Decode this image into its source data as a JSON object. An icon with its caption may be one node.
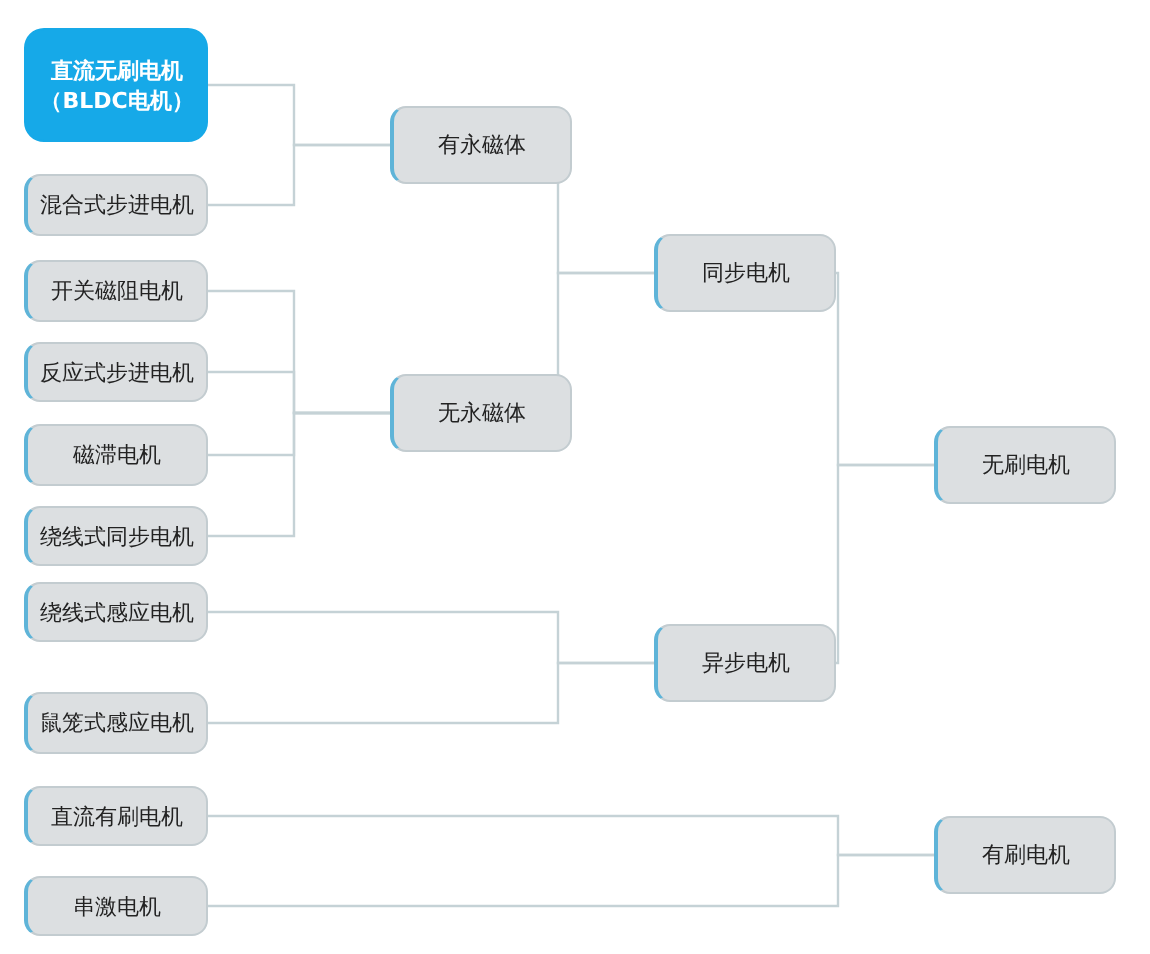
{
  "diagram": {
    "nodes": [
      {
        "text": [
          "直流无刷电机（BLDC电机）"
        ]
      },
      {
        "text": [
          "混合式步进电机"
        ]
      },
      {
        "text": [
          "开关磁阻电机"
        ]
      },
      {
        "text": [
          "反应式步进电机"
        ]
      },
      {
        "text": [
          "磁滞电机"
        ]
      },
      {
        "text": [
          "绕线式同步电机"
        ]
      },
      {
        "text": [
          "绕线式感应电机"
        ]
      },
      {
        "text": [
          "鼠笼式感应电机"
        ]
      },
      {
        "text": [
          "直流有刷电机"
        ]
      },
      {
        "text": [
          "串激电机"
        ]
      },
      {
        "text": [
          "有永磁体"
        ]
      },
      {
        "text": [
          "无永磁体"
        ]
      },
      {
        "text": [
          "同步电机"
        ]
      },
      {
        "text": [
          "异步电机"
        ]
      },
      {
        "text": [
          "无刷电机"
        ]
      },
      {
        "text": [
          "有刷电机"
        ]
      }
    ],
    "edges": [
      {
        "from": 0,
        "to": 10,
        "arrow": "none"
      },
      {
        "from": 1,
        "to": 10,
        "arrow": "none"
      },
      {
        "from": 2,
        "to": 11,
        "arrow": "none"
      },
      {
        "from": 3,
        "to": 11,
        "arrow": "none"
      },
      {
        "from": 4,
        "to": 11,
        "arrow": "none"
      },
      {
        "from": 5,
        "to": 11,
        "arrow": "none"
      },
      {
        "from": 6,
        "to": 13,
        "arrow": "none"
      },
      {
        "from": 7,
        "to": 13,
        "arrow": "none"
      },
      {
        "from": 10,
        "to": 12,
        "arrow": "none"
      },
      {
        "from": 11,
        "to": 12,
        "arrow": "none"
      },
      {
        "from": 12,
        "to": 14,
        "arrow": "none"
      },
      {
        "from": 13,
        "to": 14,
        "arrow": "none"
      },
      {
        "from": 8,
        "to": 15,
        "arrow": "none"
      },
      {
        "from": 9,
        "to": 15,
        "arrow": "none"
      }
    ]
  }
}
